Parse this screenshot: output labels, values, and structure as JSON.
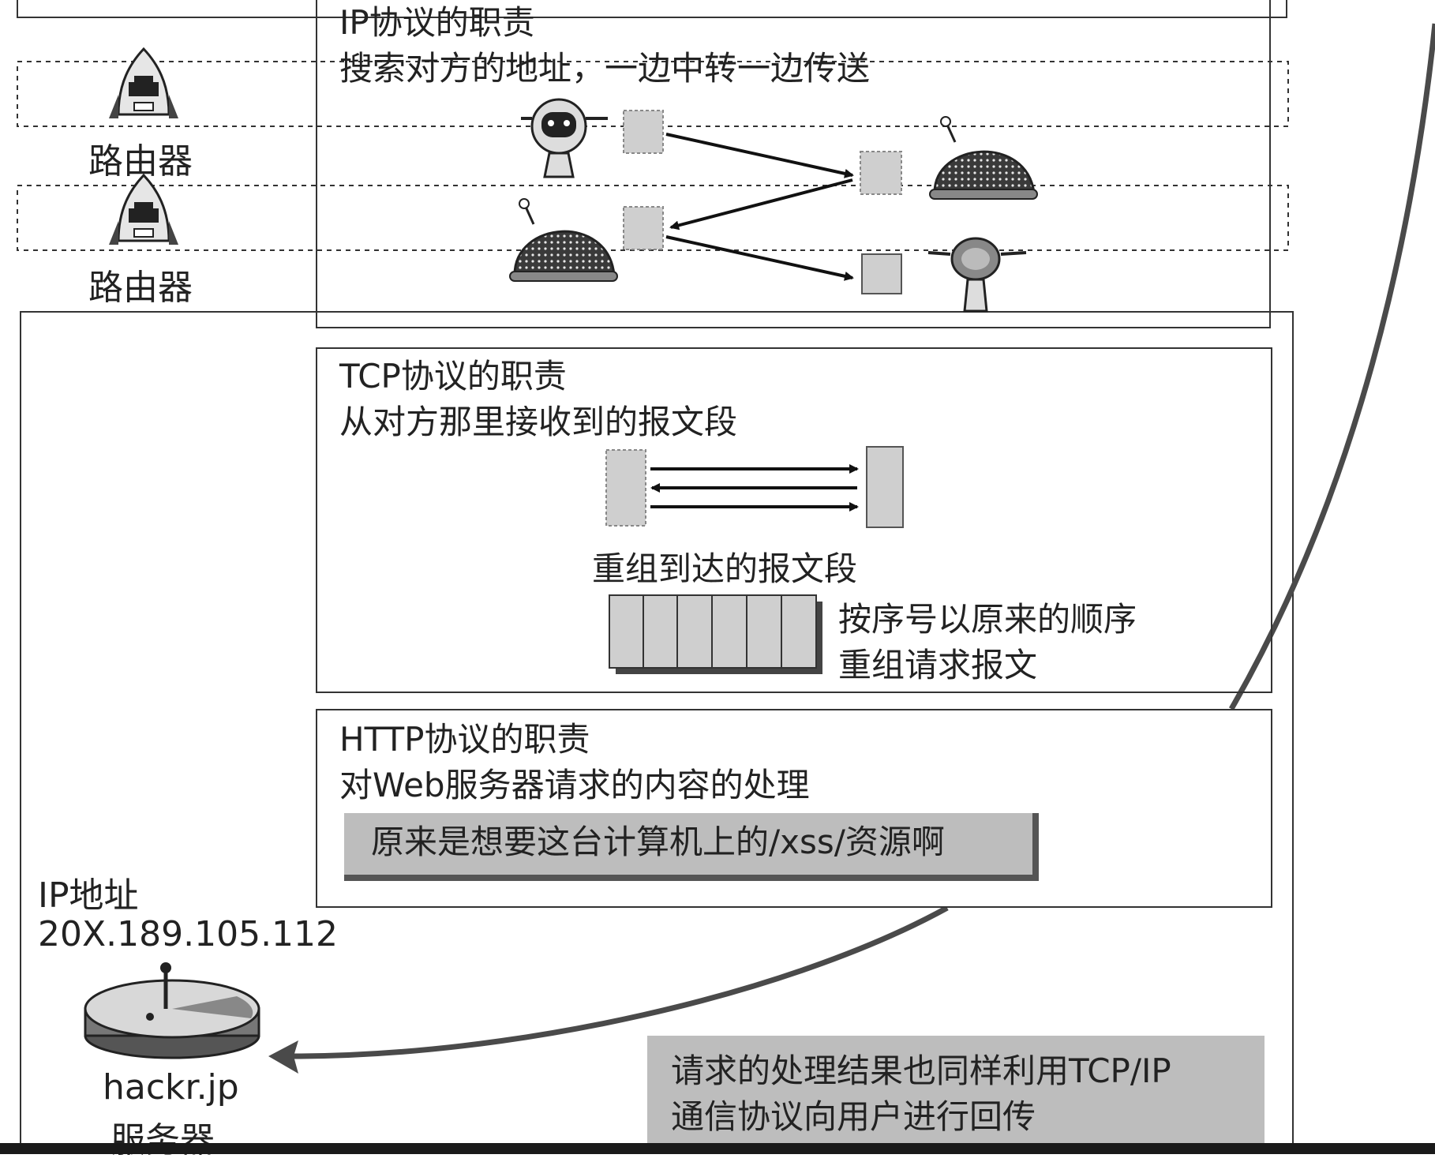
{
  "routers": [
    {
      "label": "路由器"
    },
    {
      "label": "路由器"
    }
  ],
  "ip_section": {
    "title": "IP协议的职责",
    "subtitle": "搜索对方的地址，一边中转一边传送"
  },
  "tcp_section": {
    "title": "TCP协议的职责",
    "subtitle": "从对方那里接收到的报文段",
    "reassemble_label": "重组到达的报文段",
    "order_note_line1": "按序号以原来的顺序",
    "order_note_line2": "重组请求报文"
  },
  "http_section": {
    "title": "HTTP协议的职责",
    "subtitle": "对Web服务器请求的内容的处理",
    "highlight": "原来是想要这台计算机上的/xss/资源啊"
  },
  "server": {
    "ip_label": "IP地址",
    "ip_value": "20X.189.105.112",
    "name": "hackr.jp",
    "role": "服务器"
  },
  "response_note": {
    "line1": "请求的处理结果也同样利用TCP/IP",
    "line2": "通信协议向用户进行回传"
  },
  "colors": {
    "line": "#333333",
    "curve": "#4a4a4a",
    "packet": "#cfcfcf",
    "note_bg": "#bdbdbd"
  }
}
